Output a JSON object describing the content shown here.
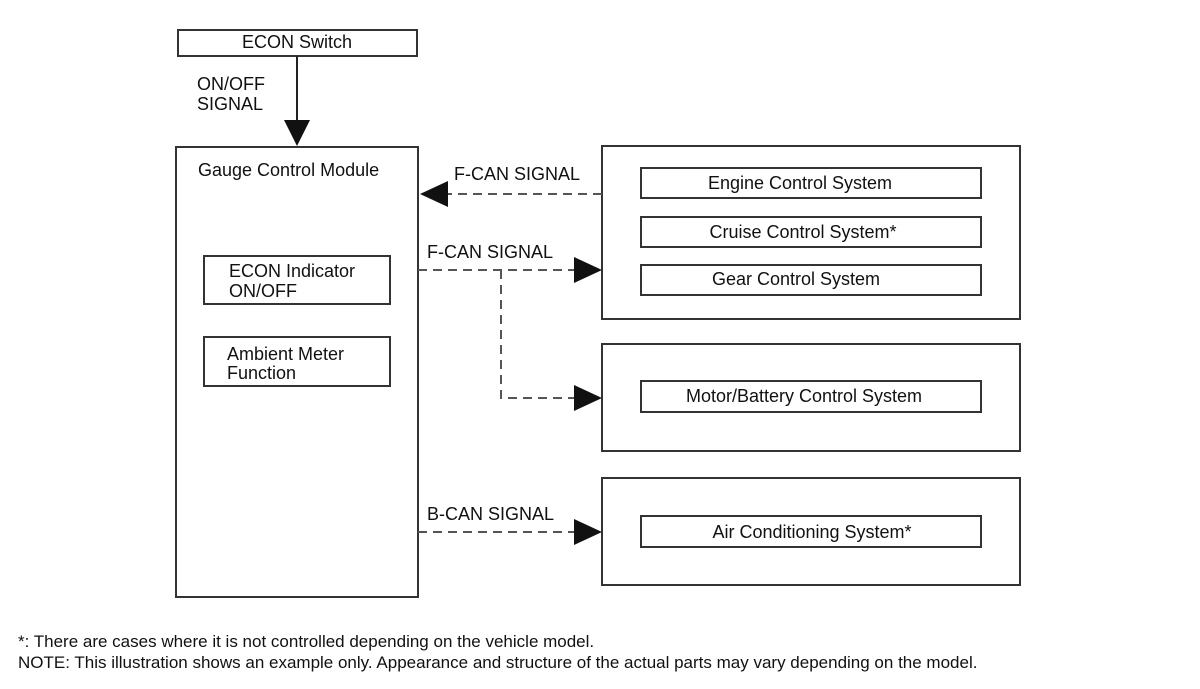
{
  "econ_switch": {
    "label": "ECON Switch"
  },
  "on_off_signal": {
    "line1": "ON/OFF",
    "line2": "SIGNAL"
  },
  "gauge_module": {
    "title": "Gauge Control Module",
    "econ_indicator": {
      "line1": "ECON Indicator",
      "line2": "ON/OFF"
    },
    "ambient_meter": {
      "line1": "Ambient Meter",
      "line2": "Function"
    }
  },
  "signals": {
    "fcan_in": "F-CAN SIGNAL",
    "fcan_out": "F-CAN SIGNAL",
    "bcan_out": "B-CAN SIGNAL"
  },
  "systems": {
    "engine": "Engine Control System",
    "cruise": "Cruise Control System*",
    "gear": "Gear Control System",
    "motor_battery": "Motor/Battery Control System",
    "air_conditioning": "Air Conditioning System*"
  },
  "notes": {
    "asterisk": "*: There are cases where it is not controlled depending on the vehicle model.",
    "note": "NOTE: This illustration shows an example only. Appearance and structure of the actual parts may vary depending on the model."
  }
}
